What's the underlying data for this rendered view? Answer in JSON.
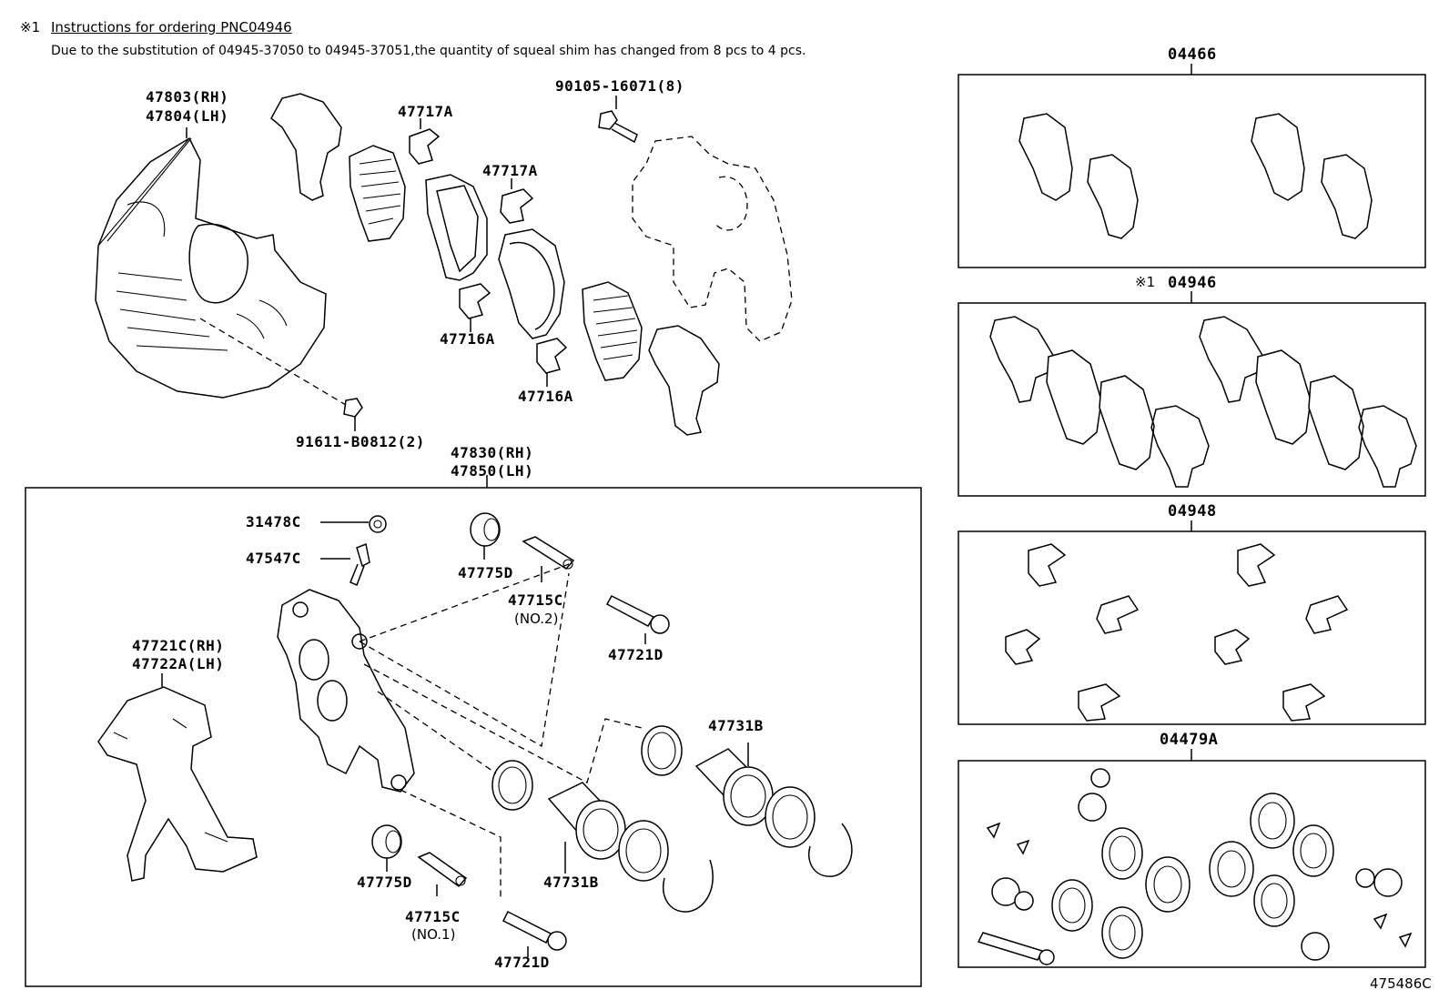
{
  "header": {
    "marker": "※1",
    "title": "Instructions for ordering PNC04946",
    "note": "Due to the substitution of 04945-37050 to 04945-37051,the quantity of squeal shim has changed from 8 pcs to 4 pcs."
  },
  "labels": {
    "shield_rh": "47803(RH)",
    "shield_lh": "47804(LH)",
    "anti_squeal_spring_top": "47717A",
    "anti_squeal_spring_mid": "47717A",
    "bolt_top": "90105-16071(8)",
    "pad_clip_left": "47716A",
    "pad_clip_right": "47716A",
    "screw_shield": "91611-B0812(2)",
    "caliper_rh": "47830(RH)",
    "caliper_lh": "47850(LH)",
    "bleeder_cap": "31478C",
    "bleeder_plug": "47547C",
    "boot_top": "47775D",
    "slide_pin_top": "47715C",
    "slide_pin_top_no": "(NO.2)",
    "bolt_right": "47721D",
    "mounting_rh": "47721C(RH)",
    "mounting_lh": "47722A(LH)",
    "piston_right": "47731B",
    "piston_bottom": "47731B",
    "boot_bottom": "47775D",
    "slide_pin_bottom": "47715C",
    "slide_pin_bottom_no": "(NO.1)",
    "bolt_bottom": "47721D"
  },
  "kits": [
    {
      "code": "04466"
    },
    {
      "marker": "※1",
      "code": "04946"
    },
    {
      "code": "04948"
    },
    {
      "code": "04479A"
    }
  ],
  "figure_id": "475486C"
}
